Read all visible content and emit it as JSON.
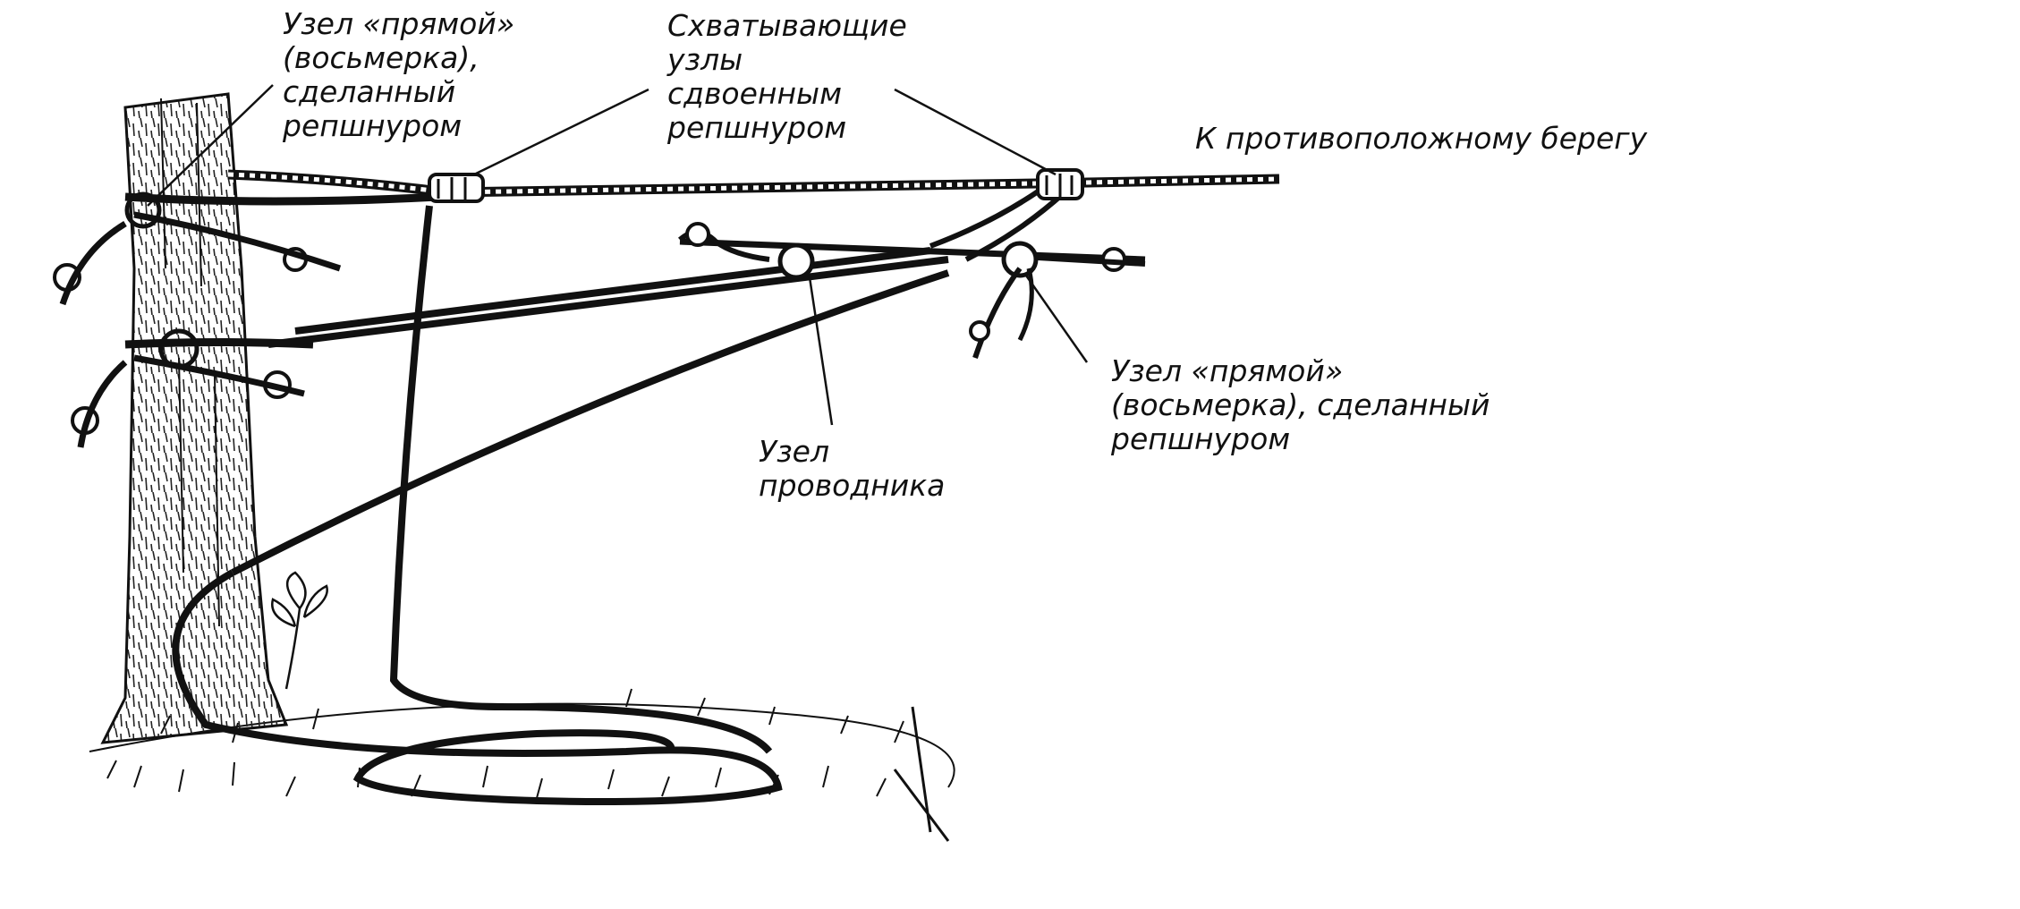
{
  "labels": {
    "fig8_top": [
      "Узел «прямой»",
      "(восьмерка),",
      "сделанный",
      "репшнуром"
    ],
    "grab_knots": [
      "Схватывающие",
      "узлы",
      "сдвоенным",
      "репшнуром"
    ],
    "to_shore": "К противоположному берегу",
    "fig8_right": [
      "Узел «прямой»",
      "(восьмерка), сделанный",
      "репшнуром"
    ],
    "guide_knot": [
      "Узел",
      "проводника"
    ]
  },
  "colors": {
    "ink": "#111111",
    "background": "#ffffff"
  }
}
